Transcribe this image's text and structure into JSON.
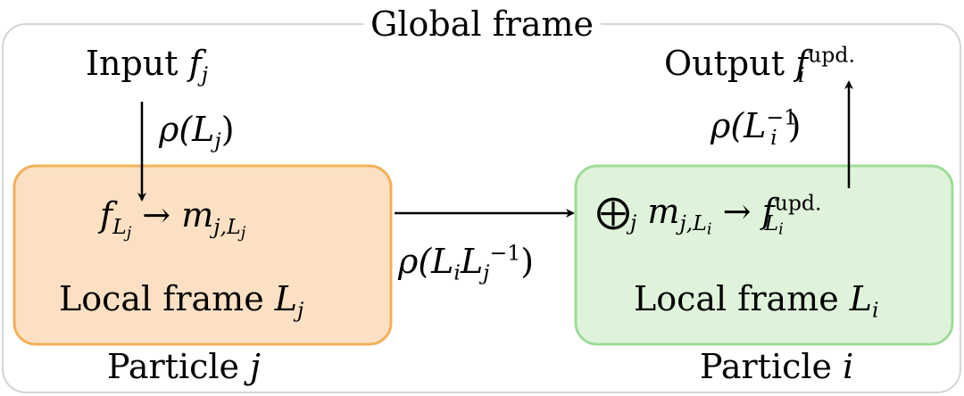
{
  "global_frame": {
    "title": "Global frame"
  },
  "particle_j": {
    "fill": "#fbe0c3",
    "stroke": "#f2b05a",
    "input_word": "Input",
    "input_symbol": "f",
    "input_sub": "j",
    "transform_label": "ρ(L",
    "transform_sub": "j",
    "transform_close": ")",
    "message_f": "f",
    "message_L": "L",
    "message_Lsub": "j",
    "message_arrow": "→",
    "message_m": "m",
    "message_msub": "j,L",
    "message_msubsub": "j",
    "frame_label": "Local frame",
    "frame_L": "L",
    "frame_Lsub": "j",
    "caption_word": "Particle",
    "caption_index": "j"
  },
  "transfer": {
    "open": "ρ(L",
    "sub_i": "i",
    "L2": "L",
    "sub_j": "j",
    "sup": "−1",
    "close": ")"
  },
  "particle_i": {
    "fill": "#dff3da",
    "stroke": "#9edc98",
    "aggregate_symbol": "⨁",
    "aggregate_sub": "j",
    "message_m": "m",
    "message_msub": "j,L",
    "message_msubsub": "i",
    "message_arrow": "→",
    "updated_f": "f",
    "updated_sup": "upd.",
    "updated_L": "L",
    "updated_Lsub": "i",
    "frame_label": "Local frame",
    "frame_L": "L",
    "frame_Lsub": "i",
    "caption_word": "Particle",
    "caption_index": "i",
    "inverse_open": "ρ(L",
    "inverse_sub": "i",
    "inverse_sup": "−1",
    "inverse_close": ")",
    "output_word": "Output",
    "output_symbol": "f",
    "output_sub": "i",
    "output_sup": "upd."
  }
}
